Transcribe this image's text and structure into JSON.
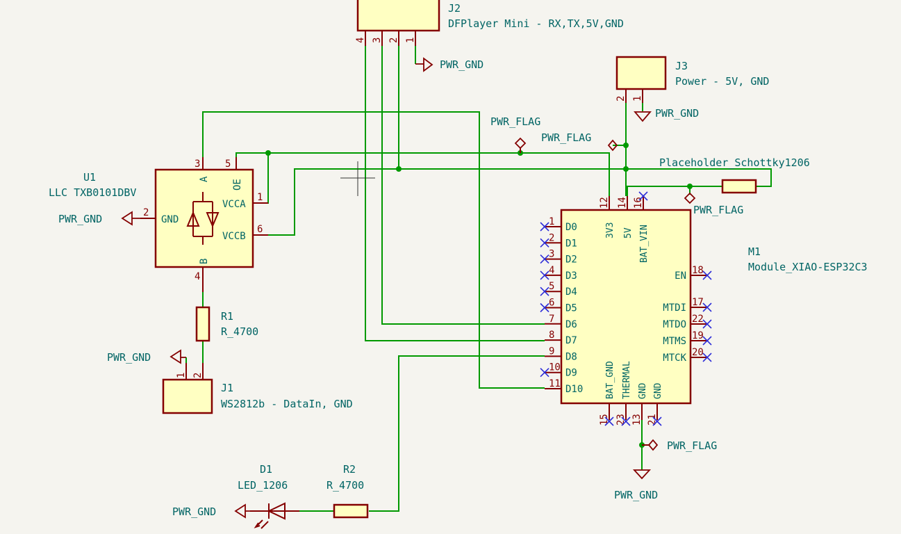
{
  "components": {
    "j2": {
      "ref": "J2",
      "value": "DFPlayer Mini - RX,TX,5V,GND",
      "pins": [
        "4",
        "3",
        "2",
        "1"
      ]
    },
    "j3": {
      "ref": "J3",
      "value": "Power - 5V, GND",
      "pins": [
        "2",
        "1"
      ]
    },
    "j1": {
      "ref": "J1",
      "value": "WS2812b - DataIn, GND",
      "pins": [
        "1",
        "2"
      ]
    },
    "u1": {
      "ref": "U1",
      "value": "LLC TXB0101DBV",
      "pin_gnd": "2",
      "pin_a": "3",
      "pin_oe": "5",
      "pin_vcca": "1",
      "pin_vccb": "6",
      "pin_b": "4",
      "label_gnd": "GND",
      "label_a": "A",
      "label_oe": "OE",
      "label_vcca": "VCCA",
      "label_vccb": "VCCB",
      "label_b": "B"
    },
    "r1": {
      "ref": "R1",
      "value": "R_4700"
    },
    "r2": {
      "ref": "R2",
      "value": "R_4700"
    },
    "d1": {
      "ref": "D1",
      "value": "LED_1206"
    },
    "schottky": {
      "value": "Placeholder_Schottky1206"
    },
    "m1": {
      "ref": "M1",
      "value": "Module_XIAO-ESP32C3",
      "left_pins": [
        {
          "num": "1",
          "name": "D0"
        },
        {
          "num": "2",
          "name": "D1"
        },
        {
          "num": "3",
          "name": "D2"
        },
        {
          "num": "4",
          "name": "D3"
        },
        {
          "num": "5",
          "name": "D4"
        },
        {
          "num": "6",
          "name": "D5"
        },
        {
          "num": "7",
          "name": "D6"
        },
        {
          "num": "8",
          "name": "D7"
        },
        {
          "num": "9",
          "name": "D8"
        },
        {
          "num": "10",
          "name": "D9"
        },
        {
          "num": "11",
          "name": "D10"
        }
      ],
      "right_pins": [
        {
          "num": "18",
          "name": "EN"
        },
        {
          "num": "17",
          "name": "MTDI"
        },
        {
          "num": "22",
          "name": "MTDO"
        },
        {
          "num": "19",
          "name": "MTMS"
        },
        {
          "num": "20",
          "name": "MTCK"
        }
      ],
      "top_pins": [
        {
          "num": "12",
          "name": "3V3"
        },
        {
          "num": "14",
          "name": "5V"
        },
        {
          "num": "16",
          "name": "BAT_VIN"
        }
      ],
      "bottom_pins": [
        {
          "num": "15",
          "name": "BAT_GND"
        },
        {
          "num": "23",
          "name": "THERMAL"
        },
        {
          "num": "13",
          "name": "GND"
        },
        {
          "num": "21",
          "name": "GND"
        }
      ]
    }
  },
  "power": {
    "gnd": "PWR_GND",
    "flag": "PWR_FLAG"
  },
  "colors": {
    "wire": "#009900",
    "outline": "#840000",
    "fill": "#ffffc2",
    "text": "#006464",
    "no_connect": "#2d2dd8",
    "background": "#f5f4ef"
  }
}
